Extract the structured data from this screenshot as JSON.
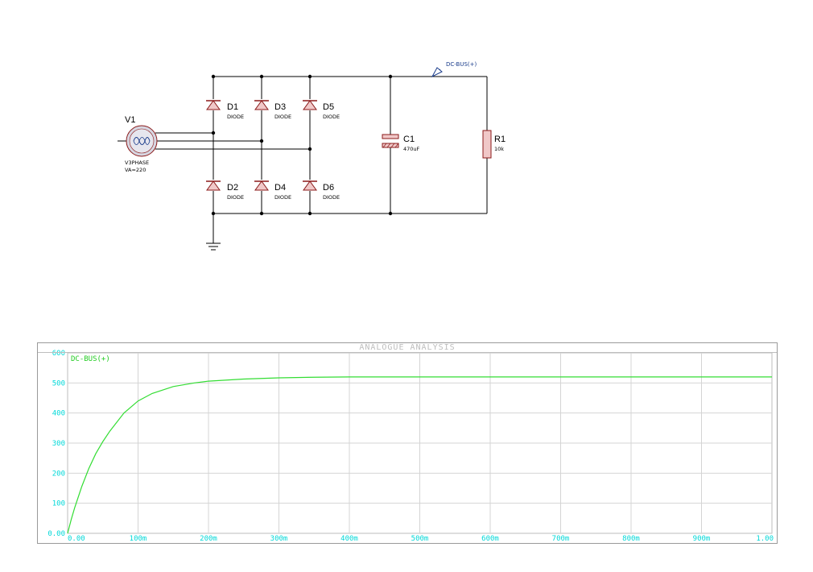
{
  "schematic": {
    "source": {
      "ref": "V1",
      "model": "V3PHASE",
      "param": "VA=220"
    },
    "diodes": [
      {
        "ref": "D1",
        "model": "DIODE"
      },
      {
        "ref": "D3",
        "model": "DIODE"
      },
      {
        "ref": "D5",
        "model": "DIODE"
      },
      {
        "ref": "D2",
        "model": "DIODE"
      },
      {
        "ref": "D4",
        "model": "DIODE"
      },
      {
        "ref": "D6",
        "model": "DIODE"
      }
    ],
    "capacitor": {
      "ref": "C1",
      "value": "470uF"
    },
    "resistor": {
      "ref": "R1",
      "value": "10k"
    },
    "probe": {
      "label": "DC-BUS(+)"
    }
  },
  "graph": {
    "title": "ANALOGUE ANALYSIS",
    "trace_color": "#33dd33",
    "tick_color": "#00d8d8"
  },
  "chart_data": {
    "type": "line",
    "title": "ANALOGUE ANALYSIS",
    "x_ticks": [
      "0.00",
      "100m",
      "200m",
      "300m",
      "400m",
      "500m",
      "600m",
      "700m",
      "800m",
      "900m",
      "1.00"
    ],
    "y_ticks": [
      "0.00",
      "100",
      "200",
      "300",
      "400",
      "500",
      "600"
    ],
    "xlim": [
      0,
      1.0
    ],
    "ylim": [
      0,
      600
    ],
    "grid": true,
    "series": [
      {
        "name": "DC-BUS(+)",
        "color": "#33dd33",
        "x": [
          0,
          0.005,
          0.01,
          0.02,
          0.03,
          0.04,
          0.05,
          0.06,
          0.08,
          0.1,
          0.12,
          0.15,
          0.18,
          0.2,
          0.25,
          0.3,
          0.35,
          0.4,
          0.5,
          0.6,
          0.7,
          0.8,
          0.9,
          1.0
        ],
        "y": [
          0,
          45,
          85,
          155,
          215,
          265,
          305,
          340,
          400,
          440,
          465,
          488,
          500,
          506,
          513,
          517,
          519,
          520,
          520,
          520,
          520,
          520,
          520,
          520
        ]
      }
    ]
  }
}
